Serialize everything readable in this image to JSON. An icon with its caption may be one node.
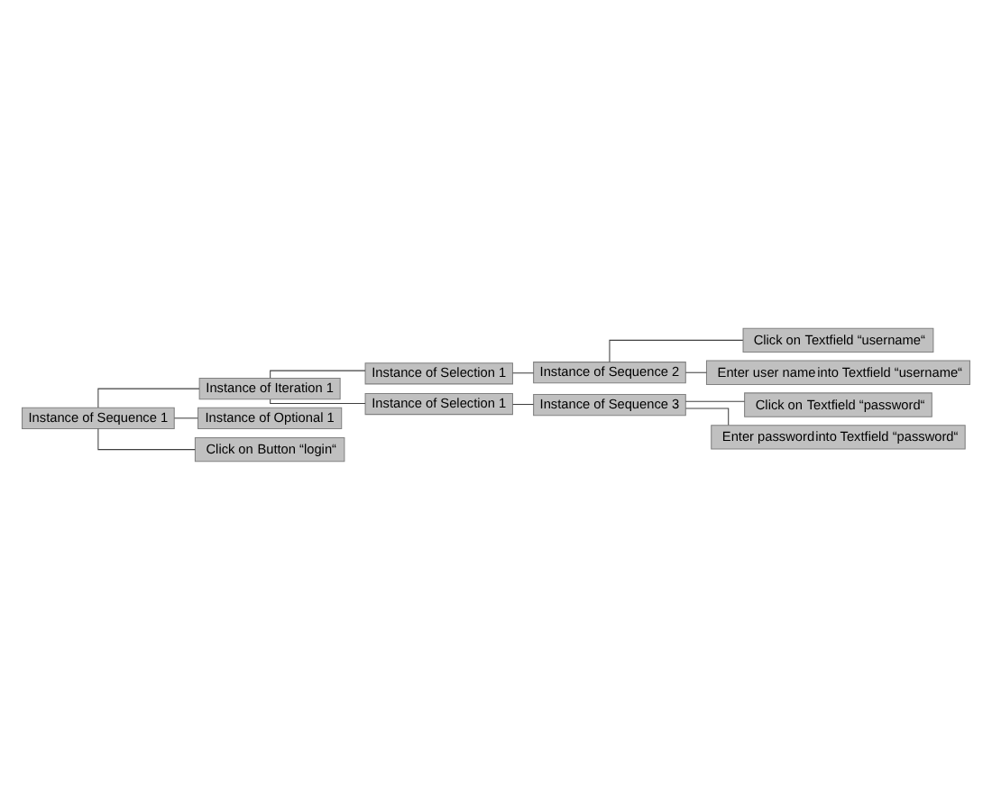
{
  "diagram": {
    "nodes": [
      {
        "text": [
          "Instance of Sequence 1"
        ]
      },
      {
        "text": [
          "Instance of Iteration 1"
        ]
      },
      {
        "text": [
          "Instance of Selection 1"
        ]
      },
      {
        "text": [
          "Instance of Sequence 2"
        ]
      },
      {
        "text": [
          "Click",
          "on",
          "Textfield “username“"
        ]
      },
      {
        "text": [
          "Enter user name",
          "into",
          "Textfield “username“"
        ]
      },
      {
        "text": [
          "Instance of Selection 1"
        ]
      },
      {
        "text": [
          "Instance of Sequence 3"
        ]
      },
      {
        "text": [
          "Click",
          "on",
          "Textfield “password“"
        ]
      },
      {
        "text": [
          "Enter password",
          "into",
          "Textfield “password“"
        ]
      },
      {
        "text": [
          "Instance of Optional 1"
        ]
      },
      {
        "text": [
          "Click",
          "on",
          "Button “login“"
        ]
      }
    ],
    "edges": [
      {
        "from": 0,
        "to": 1,
        "arrow": "none"
      },
      {
        "from": 1,
        "to": 2,
        "arrow": "none"
      },
      {
        "from": 2,
        "to": 3,
        "arrow": "none"
      },
      {
        "from": 3,
        "to": 4,
        "arrow": "none"
      },
      {
        "from": 3,
        "to": 5,
        "arrow": "none"
      },
      {
        "from": 1,
        "to": 6,
        "arrow": "none"
      },
      {
        "from": 6,
        "to": 7,
        "arrow": "none"
      },
      {
        "from": 7,
        "to": 8,
        "arrow": "none"
      },
      {
        "from": 7,
        "to": 9,
        "arrow": "none"
      },
      {
        "from": 0,
        "to": 10,
        "arrow": "none"
      },
      {
        "from": 0,
        "to": 11,
        "arrow": "none"
      }
    ]
  }
}
